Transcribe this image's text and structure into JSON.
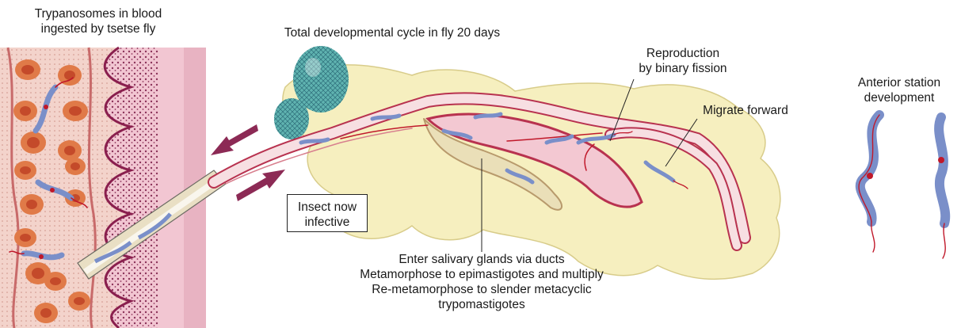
{
  "labels": {
    "blood_line1": "Trypanosomes in blood",
    "blood_line2": "ingested by tsetse fly",
    "cycle": "Total developmental cycle in fly 20 days",
    "repro_line1": "Reproduction",
    "repro_line2": "by binary fission",
    "migrate": "Migrate forward",
    "anterior_line1": "Anterior station",
    "anterior_line2": "development",
    "infective_line1": "Insect now",
    "infective_line2": "infective",
    "salivary_line1": "Enter salivary glands via ducts",
    "salivary_line2": "Metamorphose to epimastigotes and multiply",
    "salivary_line3": "Re-metamorphose to slender metacyclic",
    "salivary_line4": "trypomastigotes"
  },
  "colors": {
    "blood_bg": "#f3c9bf",
    "rbc": "#e07a48",
    "rbc_core": "#c44a2a",
    "skin": "#8a1f4e",
    "gut_fill": "#f7dfe2",
    "gut_edge": "#b8324f",
    "fly_outline": "#f6efbf",
    "eye": "#5fb3b0",
    "arrow": "#8c2a55",
    "parasite_body": "#7a8fc9",
    "parasite_flag": "#c0182a"
  },
  "icons": [
    "rbc-icon",
    "trypanosome-icon",
    "arrow-icon",
    "compound-eye-icon"
  ]
}
